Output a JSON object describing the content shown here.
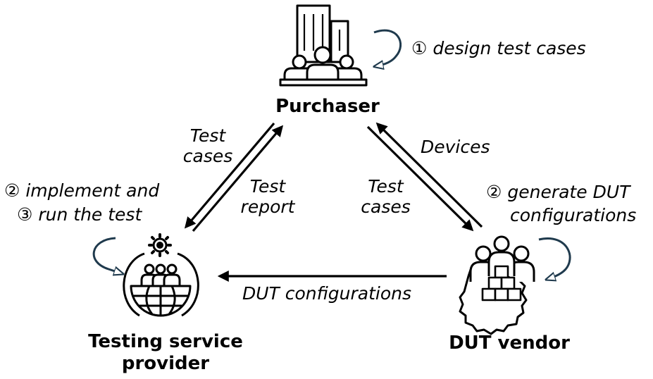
{
  "nodes": {
    "purchaser": {
      "label": "Purchaser"
    },
    "testing": {
      "line1": "Testing service",
      "line2": "provider"
    },
    "vendor": {
      "label": "DUT vendor"
    }
  },
  "steps": {
    "design": "① design test cases",
    "implement": "② implement and",
    "run": "③ run the test",
    "generate_line1": "② generate DUT",
    "generate_line2": "configurations"
  },
  "edges": {
    "test_cases_left": {
      "line1": "Test",
      "line2": "cases"
    },
    "test_report": {
      "line1": "Test",
      "line2": "report"
    },
    "test_cases_right": {
      "line1": "Test",
      "line2": "cases"
    },
    "devices": "Devices",
    "dut_configurations": "DUT configurations"
  },
  "colors": {
    "ink": "#000000",
    "loop_arrow": "#1f3a4d"
  }
}
